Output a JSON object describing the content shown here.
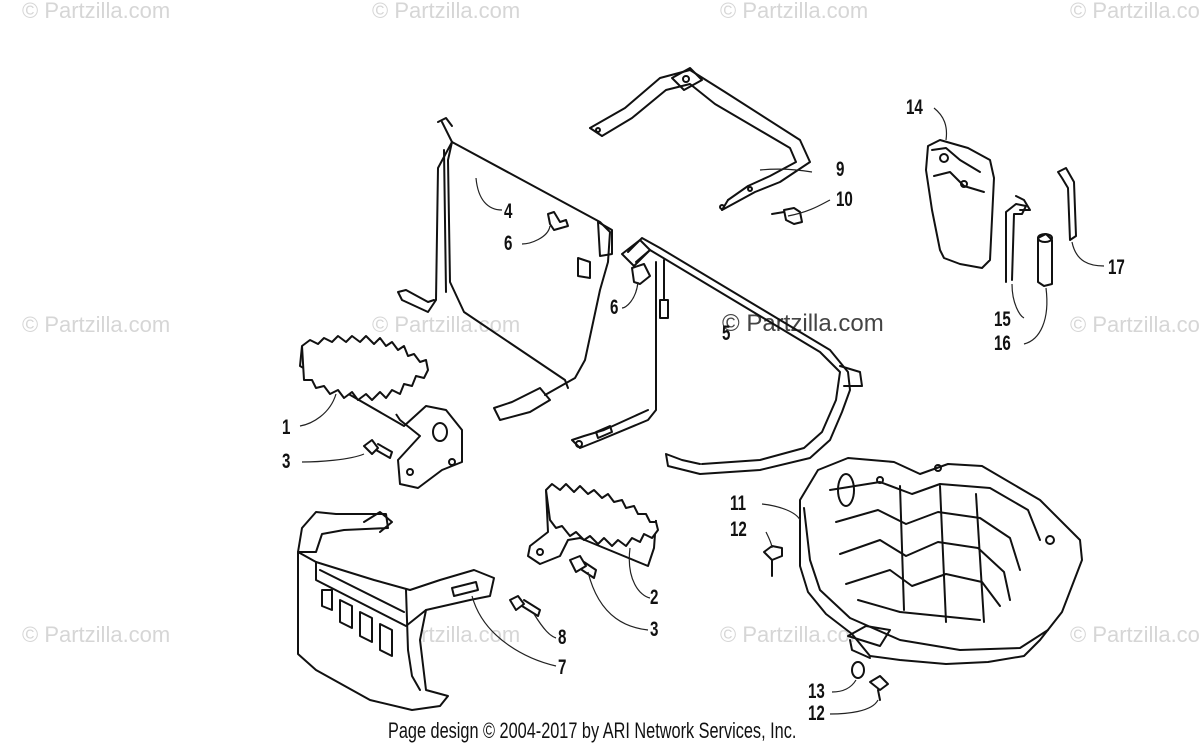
{
  "watermark": "© Partzilla.com",
  "center_watermark": "© Partzilla.com",
  "footer": "Page design © 2004-2017 by ARI Network Services, Inc.",
  "callouts": {
    "c1": "1",
    "c2": "2",
    "c3a": "3",
    "c3b": "3",
    "c4": "4",
    "c5": "5",
    "c6a": "6",
    "c6b": "6",
    "c7": "7",
    "c8": "8",
    "c9": "9",
    "c10": "10",
    "c11": "11",
    "c12a": "12",
    "c12b": "12",
    "c13": "13",
    "c14": "14",
    "c15": "15",
    "c16": "16",
    "c17": "17"
  }
}
